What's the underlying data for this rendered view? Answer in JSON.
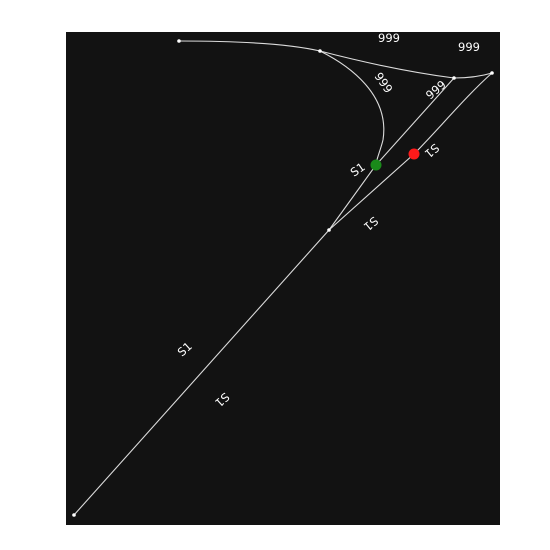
{
  "map": {
    "background_color": "#121212",
    "road_color": "#dcdcdc",
    "roads": [
      {
        "id": "route-999-north",
        "label": "999"
      },
      {
        "id": "route-999-curve",
        "label": "999"
      },
      {
        "id": "route-999-east",
        "label": "999"
      },
      {
        "id": "route-999-diagonal",
        "label": "999"
      },
      {
        "id": "route-s1-southwest",
        "label": "S1"
      },
      {
        "id": "route-s1-northeast",
        "label": "S1"
      }
    ],
    "labels": {
      "l999_top": "999",
      "l999_right": "999",
      "l999_curve": "999",
      "l999_diag": "999",
      "s1_green": "S1",
      "s1_red": "S1",
      "s1_mid": "S1",
      "s1_lower_a": "S1",
      "s1_lower_b": "S1"
    },
    "markers": {
      "start": {
        "color": "#1a8a1a",
        "name": "start-marker"
      },
      "end": {
        "color": "#ff1a1a",
        "name": "end-marker"
      }
    }
  }
}
